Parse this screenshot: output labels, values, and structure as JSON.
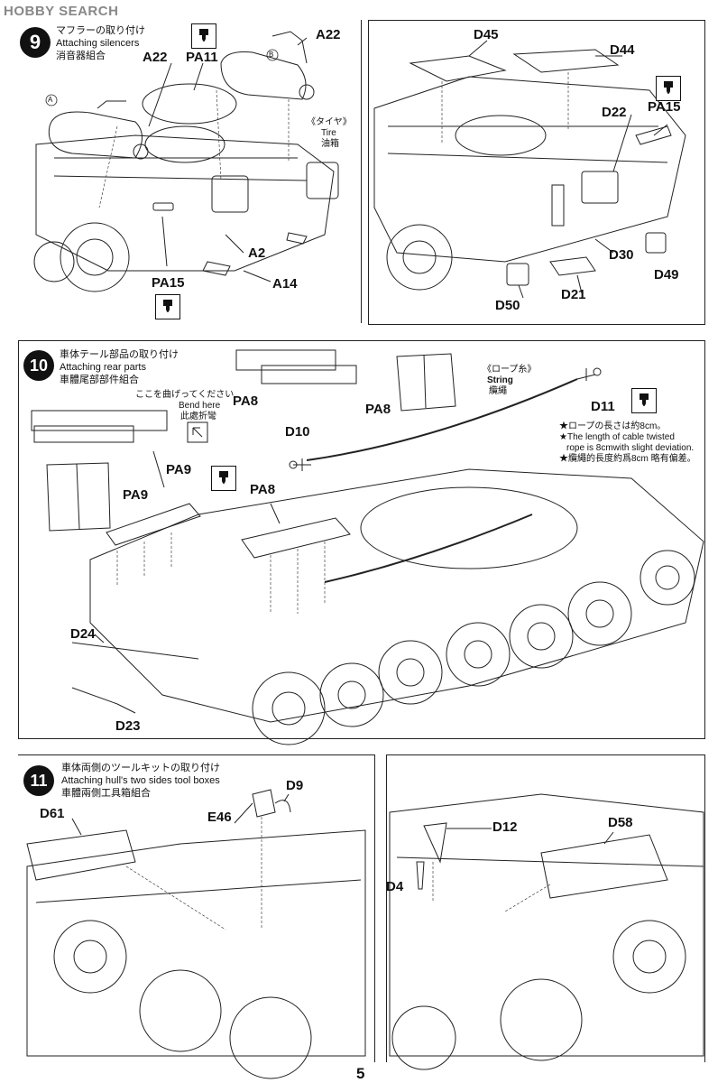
{
  "watermark": "HOBBY SEARCH",
  "page_number": "5",
  "step9": {
    "number": "9",
    "title_jp": "マフラーの取り付け",
    "title_en": "Attaching silencers",
    "title_cn": "消音器組合",
    "labels": [
      "A22",
      "A22",
      "PA11",
      "A2",
      "A14",
      "PA15"
    ],
    "markers": [
      "A",
      "B"
    ],
    "tire_jp": "《タイヤ》",
    "tire_en": "Tire",
    "tire_cn": "油箱",
    "right_labels": [
      "D45",
      "D44",
      "D22",
      "PA15",
      "D30",
      "D49",
      "D21",
      "D50"
    ]
  },
  "step10": {
    "number": "10",
    "title_jp": "車体テール部品の取り付け",
    "title_en": "Attaching rear parts",
    "title_cn": "車體尾部部件組合",
    "bend_jp": "ここを曲げってください",
    "bend_en": "Bend here",
    "bend_cn": "此處折彎",
    "labels": [
      "PA8",
      "PA8",
      "PA8",
      "PA9",
      "PA9",
      "D10",
      "D11",
      "D24",
      "D23"
    ],
    "string_jp": "《ロープ糸》",
    "string_en": "String",
    "string_cn": "纜繩",
    "note_jp": "★ロープの長さは約8cm。",
    "note_en1": "★The length of cable twisted",
    "note_en2": "rope is 8cmwith slight deviation.",
    "note_cn": "★纜繩的長度約爲8cm 略有偏差。"
  },
  "step11": {
    "number": "11",
    "title_jp": "車体両側のツールキットの取り付け",
    "title_en": "Attaching hull's two sides  tool boxes",
    "title_cn": "車體兩側工具箱組合",
    "labels": [
      "D61",
      "E46",
      "D9",
      "D12",
      "D58",
      "D4"
    ]
  }
}
